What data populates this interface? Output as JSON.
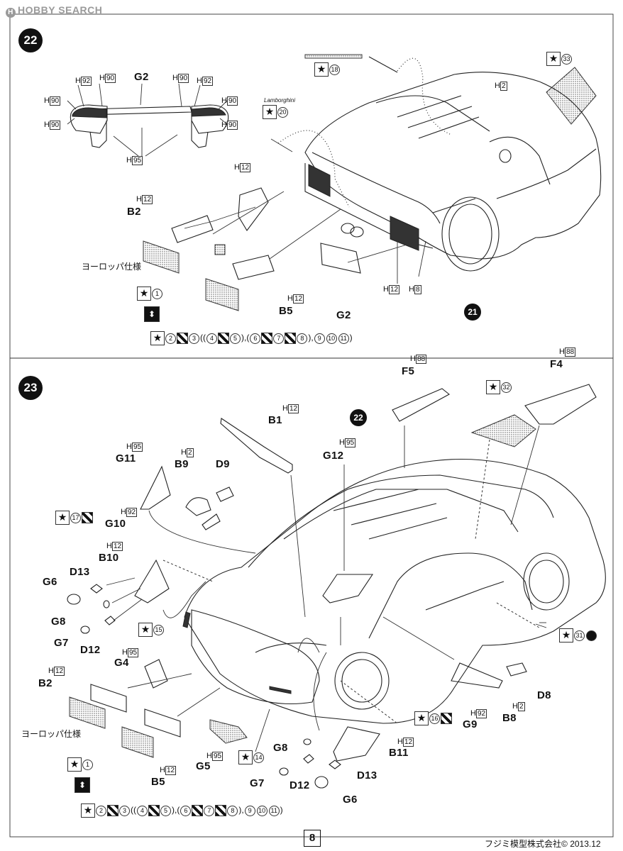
{
  "watermark": "HOBBY SEARCH",
  "steps": {
    "s22": "22",
    "s23": "23",
    "s21": "21",
    "s22ref": "22"
  },
  "step22": {
    "parts": {
      "g2_top": "G2",
      "b2": "B2",
      "b5": "B5",
      "g2_bottom": "G2"
    },
    "colors": {
      "h92_a": "92",
      "h90_a": "90",
      "h90_b": "90",
      "h92_b": "92",
      "h90_l1": "90",
      "h90_l2": "90",
      "h90_r1": "90",
      "h90_r2": "90",
      "h95": "95",
      "h12_lamp": "12",
      "h12_b2": "12",
      "h2": "2",
      "h12_b5": "12",
      "h12_bot": "12",
      "h8": "8"
    },
    "decals": {
      "d18": "18",
      "d20": "20",
      "d33": "33",
      "d1": "1"
    },
    "text": {
      "europe": "ヨーロッパ仕様",
      "logo": "Lamborghini"
    },
    "sequence": {
      "c2": "2",
      "c3": "3",
      "p1": "((",
      "c4": "4",
      "c5": "5",
      "p2": "),(",
      "c6": "6",
      "c7": "7",
      "c8": "8",
      "p3": "),",
      "c9": "9",
      "c10": "10",
      "c11": "11",
      "p4": ")"
    }
  },
  "step23": {
    "parts": {
      "f5": "F5",
      "f4": "F4",
      "b1": "B1",
      "g12": "G12",
      "g11": "G11",
      "b9": "B9",
      "d9": "D9",
      "g10": "G10",
      "b10": "B10",
      "g6_l": "G6",
      "d13_l": "D13",
      "g8_l": "G8",
      "g7_l": "G7",
      "d12_l": "D12",
      "g4": "G4",
      "b2": "B2",
      "b5": "B5",
      "g5": "G5",
      "d8": "D8",
      "b8": "B8",
      "g9": "G9",
      "b11": "B11",
      "g8_r": "G8",
      "g7_r": "G7",
      "d12_r": "D12",
      "d13_r": "D13",
      "g6_r": "G6"
    },
    "colors": {
      "h88_f5": "88",
      "h88_f4": "88",
      "h12_b1": "12",
      "h95_g12": "95",
      "h95_g11": "95",
      "h2_b9": "2",
      "h92_g10": "92",
      "h12_b10": "12",
      "h95_g4": "95",
      "h12_b2": "12",
      "h95_g5": "95",
      "h12_b5": "12",
      "h2_b8": "2",
      "h92_g9": "92",
      "h12_b11": "12"
    },
    "decals": {
      "d32": "32",
      "d17": "17",
      "d15": "15",
      "d31": "31",
      "d16": "16",
      "d14": "14",
      "d1": "1"
    },
    "text": {
      "europe": "ヨーロッパ仕様"
    },
    "sequence": {
      "c2": "2",
      "c3": "3",
      "p1": "((",
      "c4": "4",
      "c5": "5",
      "p2": "),(",
      "c6": "6",
      "c7": "7",
      "c8": "8",
      "p3": "),",
      "c9": "9",
      "c10": "10",
      "c11": "11",
      "p4": ")"
    }
  },
  "footer": {
    "page": "8",
    "company": "フジミ模型株式会社",
    "copyright": "©",
    "date": "2013.12"
  }
}
